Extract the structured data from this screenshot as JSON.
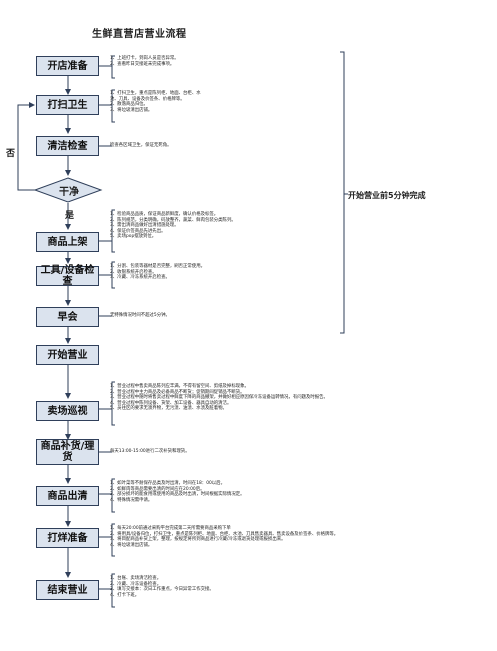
{
  "title": "生鲜直营店营业流程",
  "steps": {
    "open_prep": "开店准备",
    "cleaning": "打扫卫生",
    "clean_check": "清洁检查",
    "clean_decision": "干净",
    "shelving": "商品上架",
    "tools_check": "工具/设备检查",
    "morning_meeting": "早会",
    "start_business": "开始营业",
    "floor_patrol": "卖场巡视",
    "restock": "商品补货/理货",
    "clearance": "商品出清",
    "closing_prep": "打烊准备",
    "end_business": "结束营业"
  },
  "decision": {
    "no": "否",
    "yes": "是"
  },
  "side_label": "开始营业前5分钟完成",
  "notes": {
    "open_prep": [
      "1、上班打卡，到岗人员是否异常。",
      "2、查看昨日交接班未完成事项。"
    ],
    "cleaning": [
      "1、打扫卫生，重点是陈列柜、地面、台柜、水",
      "池、刀具、设备及价签条、价格牌等。",
      "2、散落商品归位。",
      "3、将垃圾清出店铺。"
    ],
    "clean_check": [
      "检查各区域卫生，保证无死角。"
    ],
    "shelving": [
      "1、检验商品品质，保证商品新鲜度，确认价格及标签。",
      "2、陈列规范，分类明确，码放整齐，蔬菜、鲜肉包装分类陈列。",
      "3、需出清商品做好出清措施处理。",
      "4、保证价签商品先进先出。",
      "5、卖场pop摆放到位。"
    ],
    "tools_check": [
      "1、分割、包装等器材是否完整，刷否正常使用。",
      "2、收银系统开启检查。",
      "3、冷藏、冷冻系统开启检查。"
    ],
    "morning_meeting": [
      "无特殊情况时间不超过5分钟。"
    ],
    "floor_patrol": [
      "1、营业过程中售卖商品陈列应丰满，不得有留空间、剪纸及掉标现象。",
      "2、营业过程中主力商品及必备商品不断货；促销期间促销品不断货。",
      "3、营业过程中随时将售卖过程中鲜度下降的商品撤架，并做好相应原因保冷冻设备运转情况，有问题及时报告。",
      "4、营业过程中陈列设备、货架、加工设备、器具自动的清洁。",
      "5、员往区的要求无须弃物，无污渍、油渍、水渍及脏着物。"
    ],
    "restock": [
      "每天13:00-15:00进行二次补货和理货。"
    ],
    "clearance": [
      "1、如叶菜等不耐保存品类及时出清，时间在18：00以后。",
      "2、如鲜肉等商品需要出清的时间应在20:00后。",
      "3、部分损坏的能食用或使用的商品及时出清，时间根据实际情况定。",
      "4、特殊情况需申请。"
    ],
    "closing_prep": [
      "1、每天20:00前通过采购平台完成第二天所需要商品采购下单",
      "2、将用具/设备归位，打扫卫生，重点是陈列柜、地面、台柜、水池、刀具售卖器具、售卖设备及价签条、价格牌等。",
      "3、将目配商品补货上架，整理，按规定将所到商品进行冷藏/冷冻或退货处理或报损出来。",
      "4、将垃圾清出店铺。"
    ],
    "end_business": [
      "1、台账、卖场清洁检查。",
      "2、冷藏、冷冻设备检查。",
      "3、填写交接本：次日工作重点，今日异常工作交接。",
      "4、打卡下班。"
    ]
  }
}
